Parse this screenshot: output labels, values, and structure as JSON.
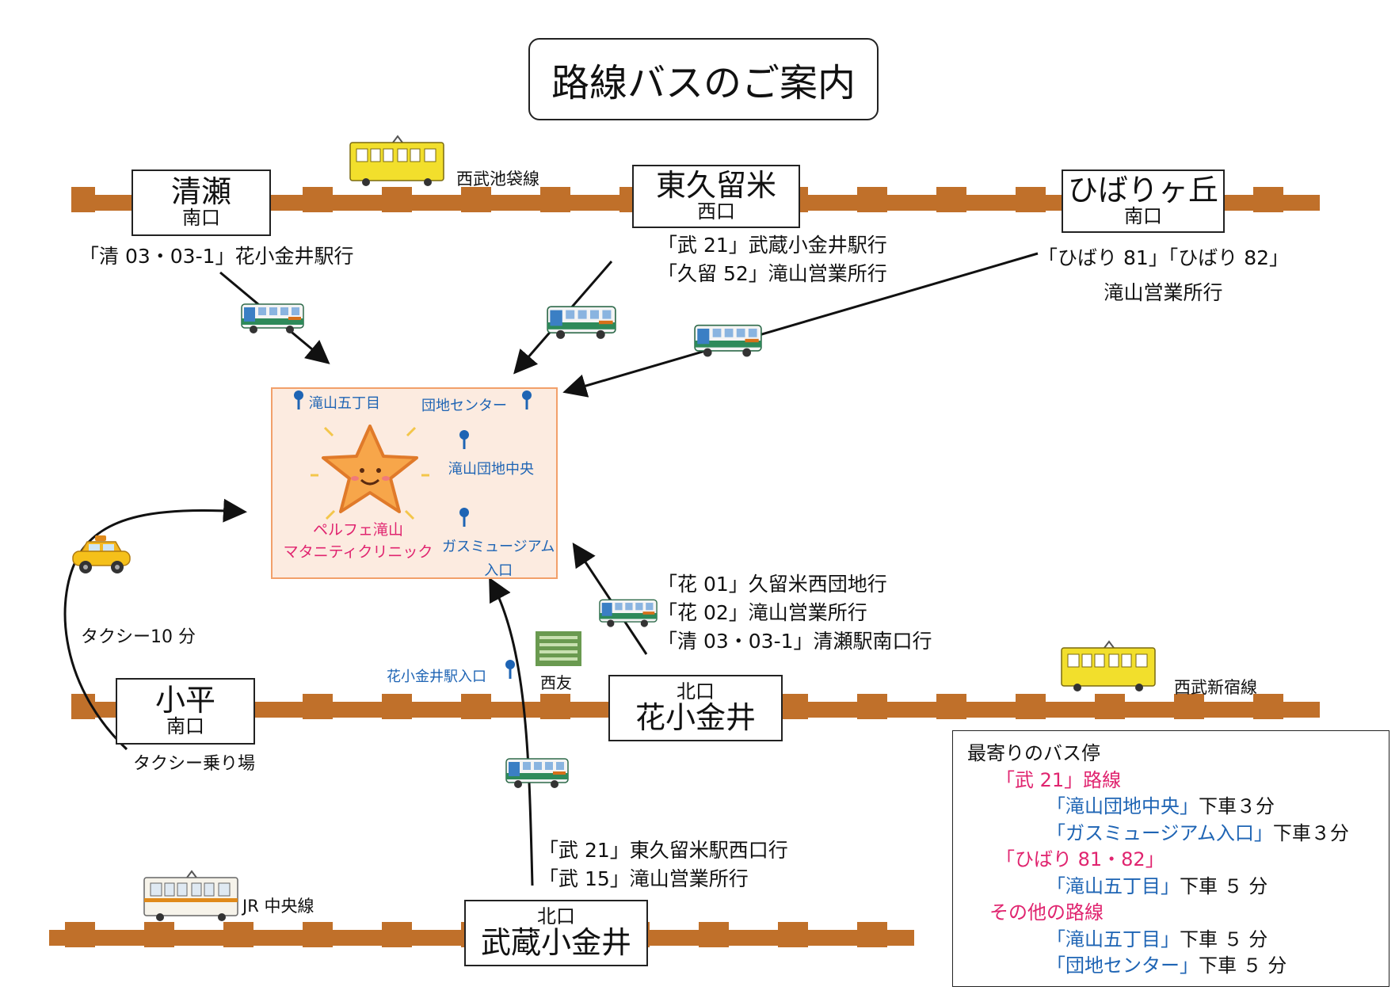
{
  "title": "路線バスのご案内",
  "rail_lines": {
    "seibu_ikebukuro": "西武池袋線",
    "seibu_shinjuku": "西武新宿線",
    "jr_chuo": "JR 中央線"
  },
  "stations": {
    "kiyose": {
      "name": "清瀬",
      "exit": "南口"
    },
    "higashikurume": {
      "name": "東久留米",
      "exit": "西口"
    },
    "hibarigaoka": {
      "name": "ひばりヶ丘",
      "exit": "南口"
    },
    "kodaira": {
      "name": "小平",
      "exit": "南口"
    },
    "hanakoganei": {
      "name": "花小金井",
      "exit": "北口"
    },
    "musashikoganei": {
      "name": "武蔵小金井",
      "exit": "北口"
    }
  },
  "routes": {
    "kiyose": [
      "「清 03・03-1」花小金井駅行"
    ],
    "higashikurume": [
      "「武 21」武蔵小金井駅行",
      "「久留 52」滝山営業所行"
    ],
    "hibarigaoka": [
      "「ひばり 81」「ひばり 82」",
      "滝山営業所行"
    ],
    "hanakoganei": [
      "「花 01」久留米西団地行",
      "「花 02」滝山営業所行",
      "「清 03・03-1」清瀬駅南口行"
    ],
    "musashikoganei": [
      "「武 21」東久留米駅西口行",
      "「武 15」滝山営業所行"
    ]
  },
  "clinic": {
    "name_line1": "ペルフェ滝山",
    "name_line2": "マタニティクリニック",
    "stops": {
      "takiyama5": "滝山五丁目",
      "danchi_center": "団地センター",
      "takiyama_danchi_chuo": "滝山団地中央",
      "gas_museum_line1": "ガスミュージアム",
      "gas_museum_line2": "入口"
    }
  },
  "taxi": {
    "time": "タクシー10 分",
    "stand": "タクシー乗り場"
  },
  "hanakoganei_stop": "花小金井駅入口",
  "seiyu": "西友",
  "legend": {
    "heading": "最寄りのバス停",
    "groups": [
      {
        "route": "「武 21」路線",
        "stops": [
          {
            "name": "「滝山団地中央」",
            "time": "下車３分"
          },
          {
            "name": "「ガスミュージアム入口」",
            "time": "下車３分"
          }
        ]
      },
      {
        "route": "「ひばり 81・82」",
        "stops": [
          {
            "name": "「滝山五丁目」",
            "time": "下車 ５ 分"
          }
        ]
      },
      {
        "route": "その他の路線",
        "stops": [
          {
            "name": "「滝山五丁目」",
            "time": "下車 ５ 分"
          },
          {
            "name": "「団地センター」",
            "time": "下車 ５ 分"
          }
        ]
      }
    ]
  },
  "colors": {
    "track": "#c0702a",
    "bus_green": "#2e8a5a",
    "bus_blue": "#3b7fc4",
    "train_yellow": "#f2df2c",
    "stop_blue": "#1e64b4",
    "pink": "#e0246f",
    "clinic_fill": "#fcebe0",
    "clinic_border": "#f2a06a"
  },
  "icons": [
    "bus-icon",
    "train-icon",
    "taxi-icon",
    "bus-stop-icon",
    "star-logo-icon",
    "store-icon"
  ]
}
